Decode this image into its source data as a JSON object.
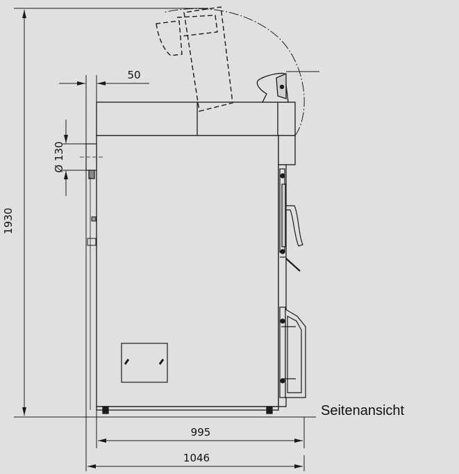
{
  "dimensions": {
    "flue_offset": "50",
    "flue_diameter": "Ø 130",
    "total_height": "1930",
    "body_depth": "995",
    "total_depth": "1046"
  },
  "view_label": "Seitenansicht",
  "colors": {
    "background": "#e0e0e0",
    "line": "#1a1a1a"
  }
}
